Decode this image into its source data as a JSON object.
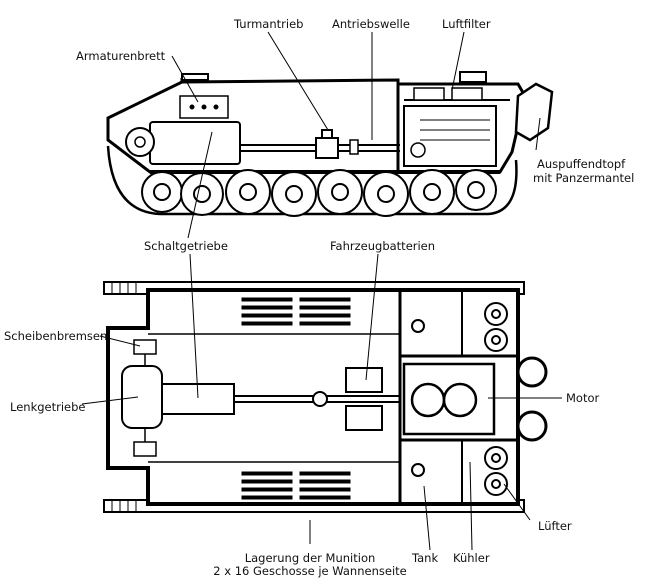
{
  "labels": {
    "armaturenbrett": "Armaturenbrett",
    "turmantrieb": "Turmantrieb",
    "antriebswelle": "Antriebswelle",
    "luftfilter": "Luftfilter",
    "auspuffendtopf_1": "Auspuffendtopf",
    "auspuffendtopf_2": "mit Panzermantel",
    "schaltgetriebe": "Schaltgetriebe",
    "fahrzeugbatterien": "Fahrzeugbatterien",
    "scheibenbremsen": "Scheibenbremsen",
    "lenkgetriebe": "Lenkgetriebe",
    "motor": "Motor",
    "luefter": "Lüfter",
    "tank": "Tank",
    "kuehler": "Kühler",
    "munition_1": "Lagerung der Munition",
    "munition_2": "2 x 16 Geschosse je Wannenseite"
  }
}
